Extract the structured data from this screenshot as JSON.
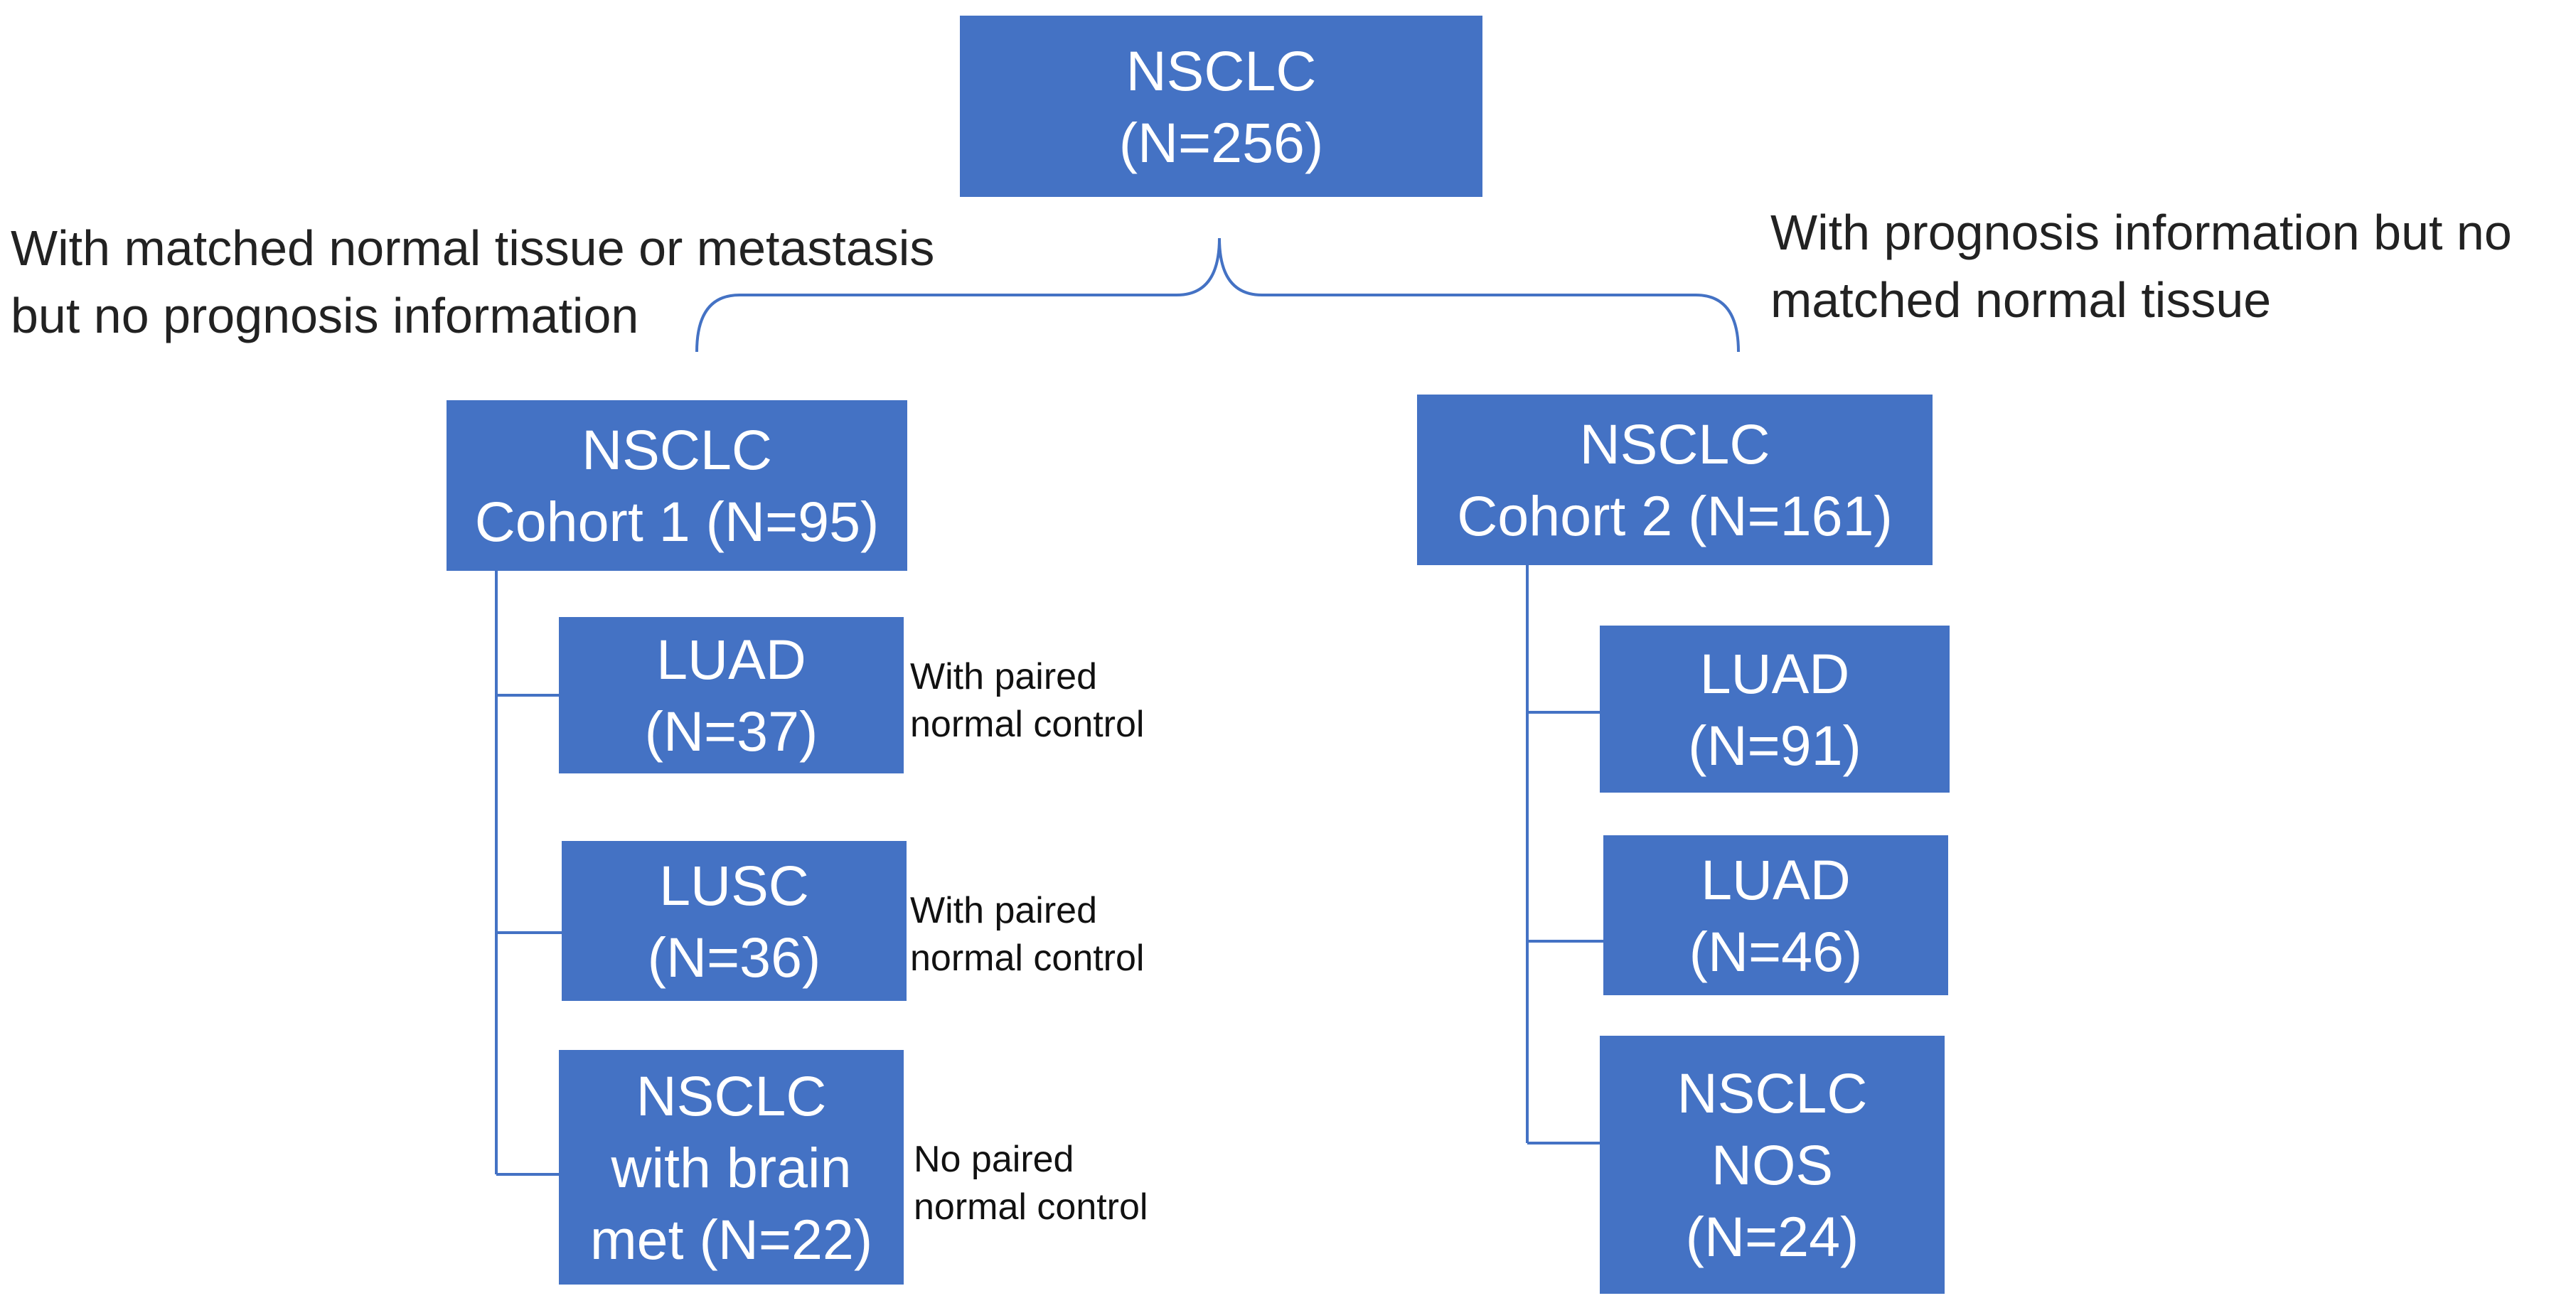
{
  "colors": {
    "box_fill": "#4472c4",
    "box_text": "#ffffff",
    "connector": "#4472c4",
    "note_text": "#111111"
  },
  "root": {
    "lines": [
      "NSCLC",
      "(N=256)"
    ]
  },
  "branch_labels": {
    "left": [
      "With matched normal tissue or metastasis",
      "but no prognosis information"
    ],
    "right": [
      "With prognosis information but no",
      "matched normal tissue"
    ]
  },
  "cohort1": {
    "lines": [
      "NSCLC",
      "Cohort 1 (N=95)"
    ],
    "children": [
      {
        "lines": [
          "LUAD",
          "(N=37)"
        ],
        "note": [
          "With paired",
          "normal control"
        ]
      },
      {
        "lines": [
          "LUSC",
          "(N=36)"
        ],
        "note": [
          "With paired",
          "normal control"
        ]
      },
      {
        "lines": [
          "NSCLC",
          "with brain",
          "met (N=22)"
        ],
        "note": [
          "No paired",
          "normal control"
        ]
      }
    ]
  },
  "cohort2": {
    "lines": [
      "NSCLC",
      "Cohort 2 (N=161)"
    ],
    "children": [
      {
        "lines": [
          "LUAD",
          "(N=91)"
        ]
      },
      {
        "lines": [
          "LUAD",
          "(N=46)"
        ]
      },
      {
        "lines": [
          "NSCLC",
          "NOS",
          "(N=24)"
        ]
      }
    ]
  }
}
